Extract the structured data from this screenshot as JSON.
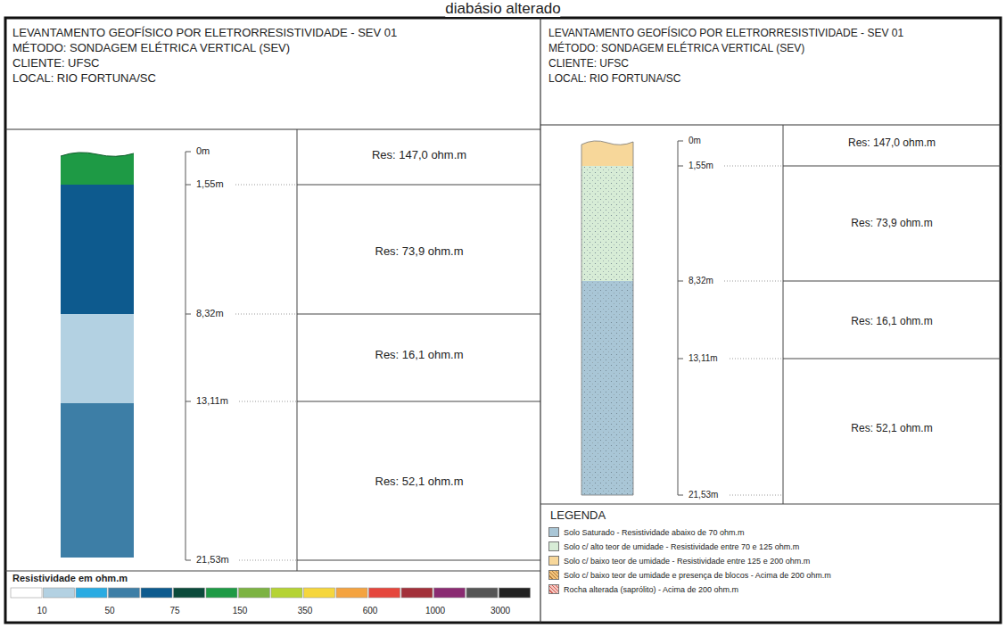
{
  "diagram": {
    "caption": "diabásio alterado",
    "nodes": [
      {
        "text": [
          "LEVANTAMENTO GEOFÍSICO POR ELETRORRESISTIVIDADE - SEV 01",
          "MÉTODO: SONDAGEM ELÉTRICA VERTICAL (SEV)",
          "CLIENTE: UFSC",
          "LOCAL: RIO FORTUNA/SC"
        ]
      },
      {
        "text": [
          "LEVANTAMENTO GEOFÍSICO POR ELETRORRESISTIVIDADE - SEV 01",
          "MÉTODO: SONDAGEM ELÉTRICA VERTICAL (SEV)",
          "CLIENTE: UFSC",
          "LOCAL: RIO FORTUNA/SC"
        ]
      }
    ],
    "labels": [
      "0m",
      "1,55m",
      "8,32m",
      "13,11m",
      "21,53m",
      "Res: 147,0 ohm.m",
      "Res: 73,9 ohm.m",
      "Res: 16,1 ohm.m",
      "Res: 52,1 ohm.m",
      "Resistividade em ohm.m",
      "10",
      "50",
      "75",
      "150",
      "350",
      "600",
      "1000",
      "3000",
      "0m",
      "1,55m",
      "8,32m",
      "13,11m",
      "21,53m",
      "Res: 147,0 ohm.m",
      "Res: 73,9 ohm.m",
      "Res: 16,1 ohm.m",
      "Res: 52,1 ohm.m",
      "LEGENDA"
    ],
    "legend": [
      {
        "text": "Solo Saturado - Resistividade abaixo de 70 ohm.m",
        "color": "#a9c6d6"
      },
      {
        "text": "Solo c/ alto teor de umidade - Resistividade entre 70 e 125 ohm.m",
        "color": "#d7ecd6"
      },
      {
        "text": "Solo c/ baixo teor de umidade - Resistividade entre 125 e 200 ohm.m",
        "color": "#f7d79a"
      },
      {
        "text": "Solo c/ baixo teor de umidade e presença de blocos - Acima de 200 ohm.m"
      },
      {
        "text": "Rocha alterada (saprólito) - Acima de 200 ohm.m"
      }
    ]
  }
}
